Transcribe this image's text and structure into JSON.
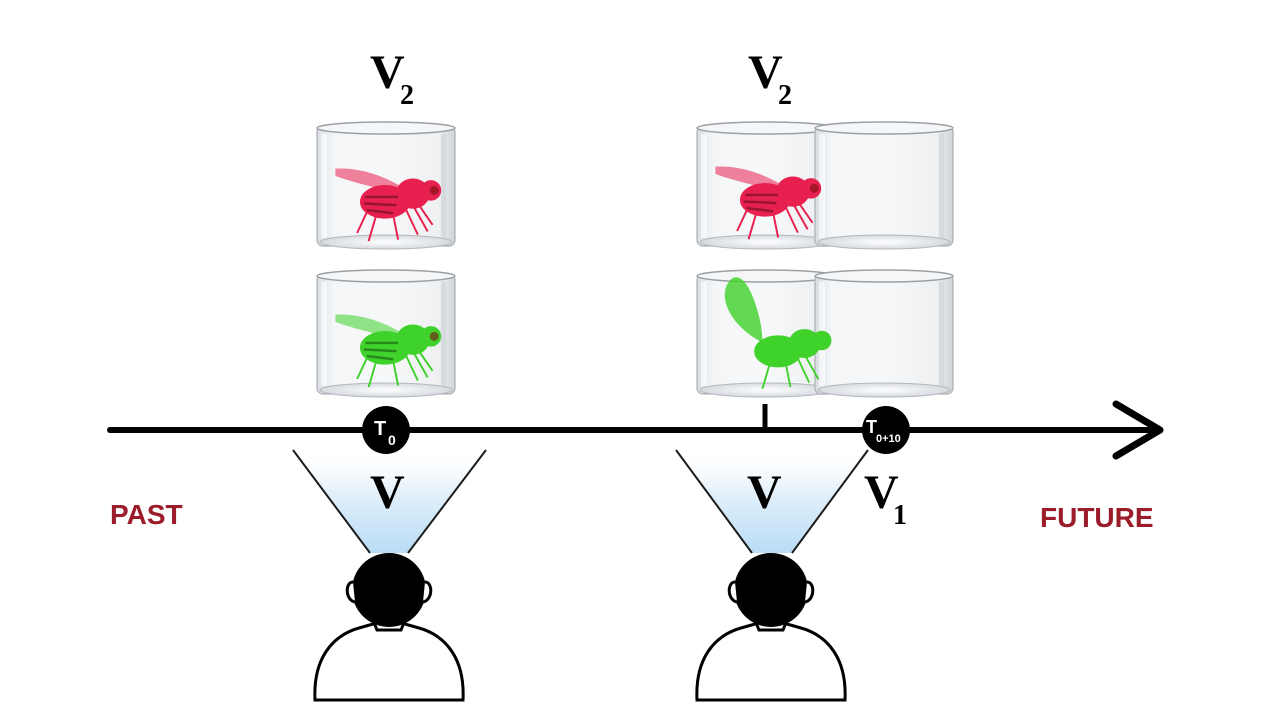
{
  "labels": {
    "past": "PAST",
    "future": "FUTURE",
    "top_left_main": "V",
    "top_left_sub": "2",
    "top_right_main": "V",
    "top_right_sub": "2",
    "view_left": "V",
    "view_right": "V",
    "v1_main": "V",
    "v1_sub": "1",
    "t0_main": "T",
    "t0_sub": "0",
    "t10_main": "T",
    "t10_sub": "0+10"
  },
  "colors": {
    "axis": "#000000",
    "time_word": "#9b1c2a",
    "fly_red": "#e8204f",
    "fly_green": "#3fd22a",
    "beam": "#cfe6f7",
    "glass_edge": "#9aa0a6"
  },
  "icons": {
    "fly_top": "red-fruit-fly-icon",
    "fly_bottom": "green-fruit-fly-icon",
    "observer": "person-head-shoulders-icon",
    "arrow": "timeline-arrowhead-icon"
  }
}
